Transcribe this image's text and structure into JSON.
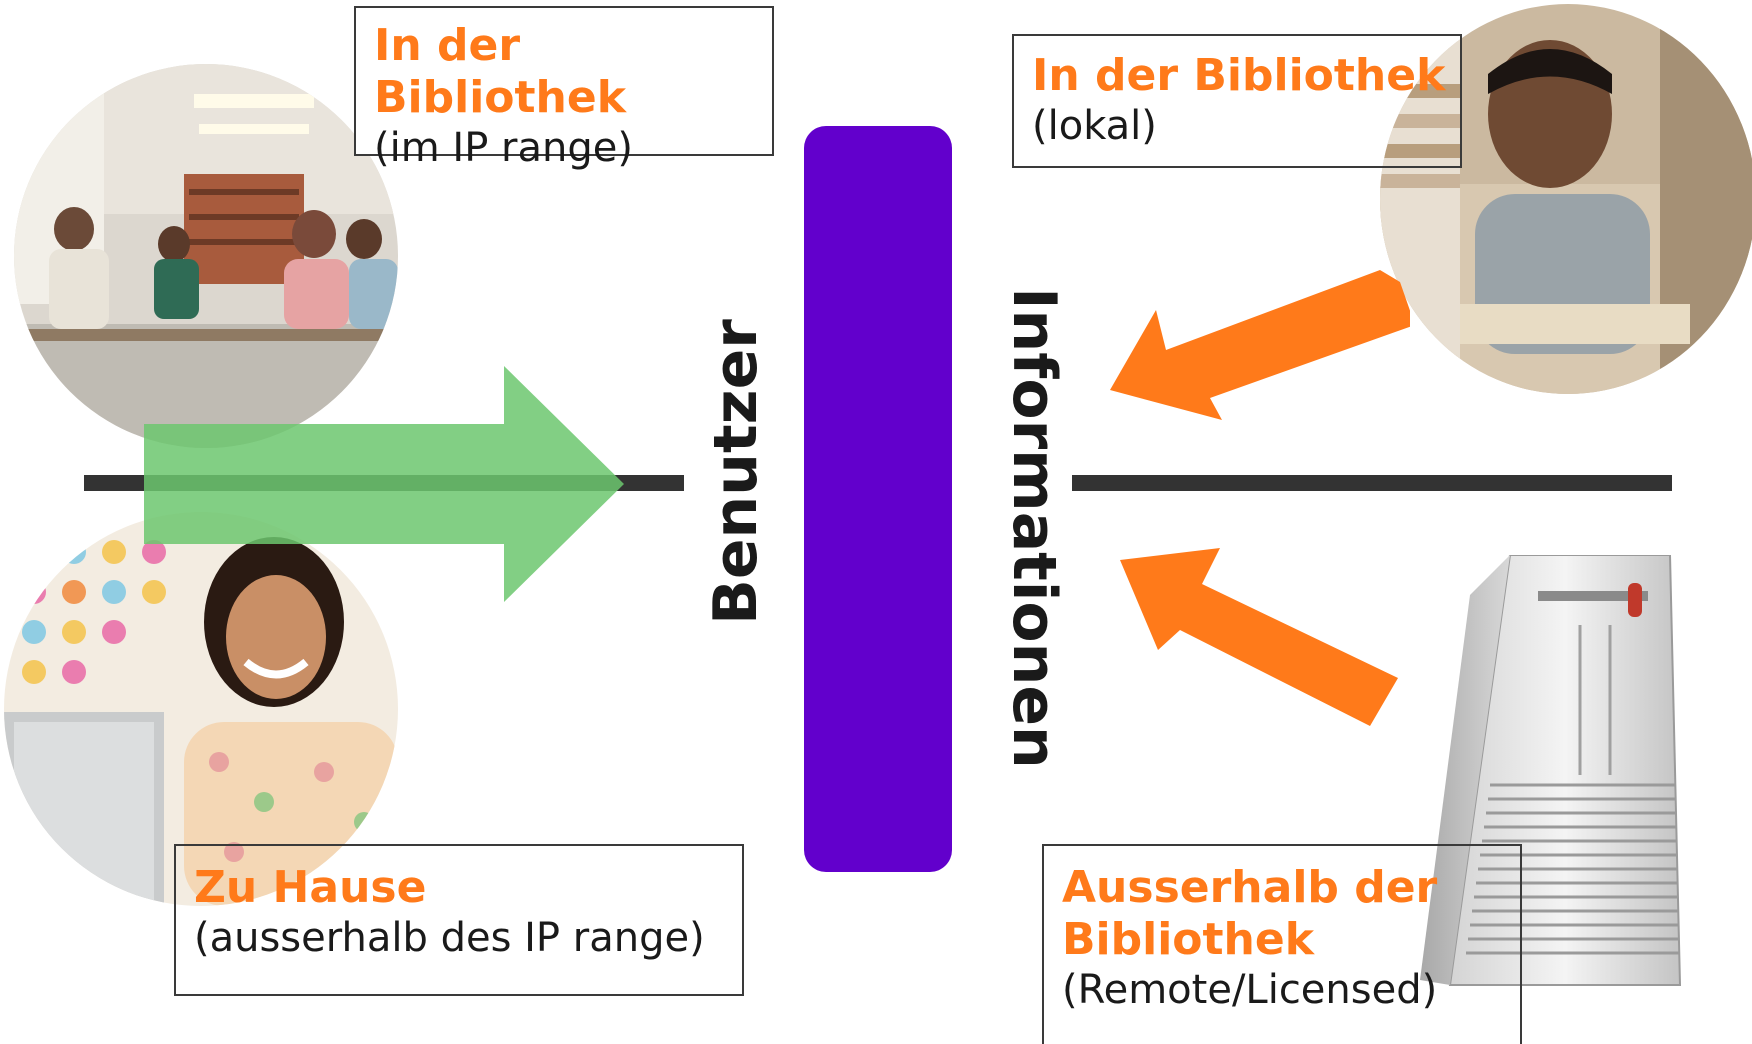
{
  "labels": {
    "top_left": {
      "title": "In der Bibliothek",
      "subtitle": "(im IP range)"
    },
    "top_right": {
      "title": "In der Bibliothek",
      "subtitle": "(lokal)"
    },
    "bottom_left": {
      "title": "Zu Hause",
      "subtitle": "(ausserhalb des IP range)"
    },
    "bottom_right": {
      "title_line1": "Ausserhalb der",
      "title_line2": "Bibliothek",
      "subtitle": "(Remote/Licensed)"
    }
  },
  "axis": {
    "left": "Benutzer",
    "right": "Informationen"
  },
  "colors": {
    "accent_orange": "#ff7a1a",
    "barrier_purple": "#6200cc",
    "arrow_green": "#6cc76f",
    "line_dark": "#333333"
  },
  "icons": {
    "library_photo": "group-studying-in-library-photo",
    "student_photo": "boy-with-books-photo",
    "home_photo": "woman-at-laptop-photo",
    "server": "server-tower-icon"
  }
}
